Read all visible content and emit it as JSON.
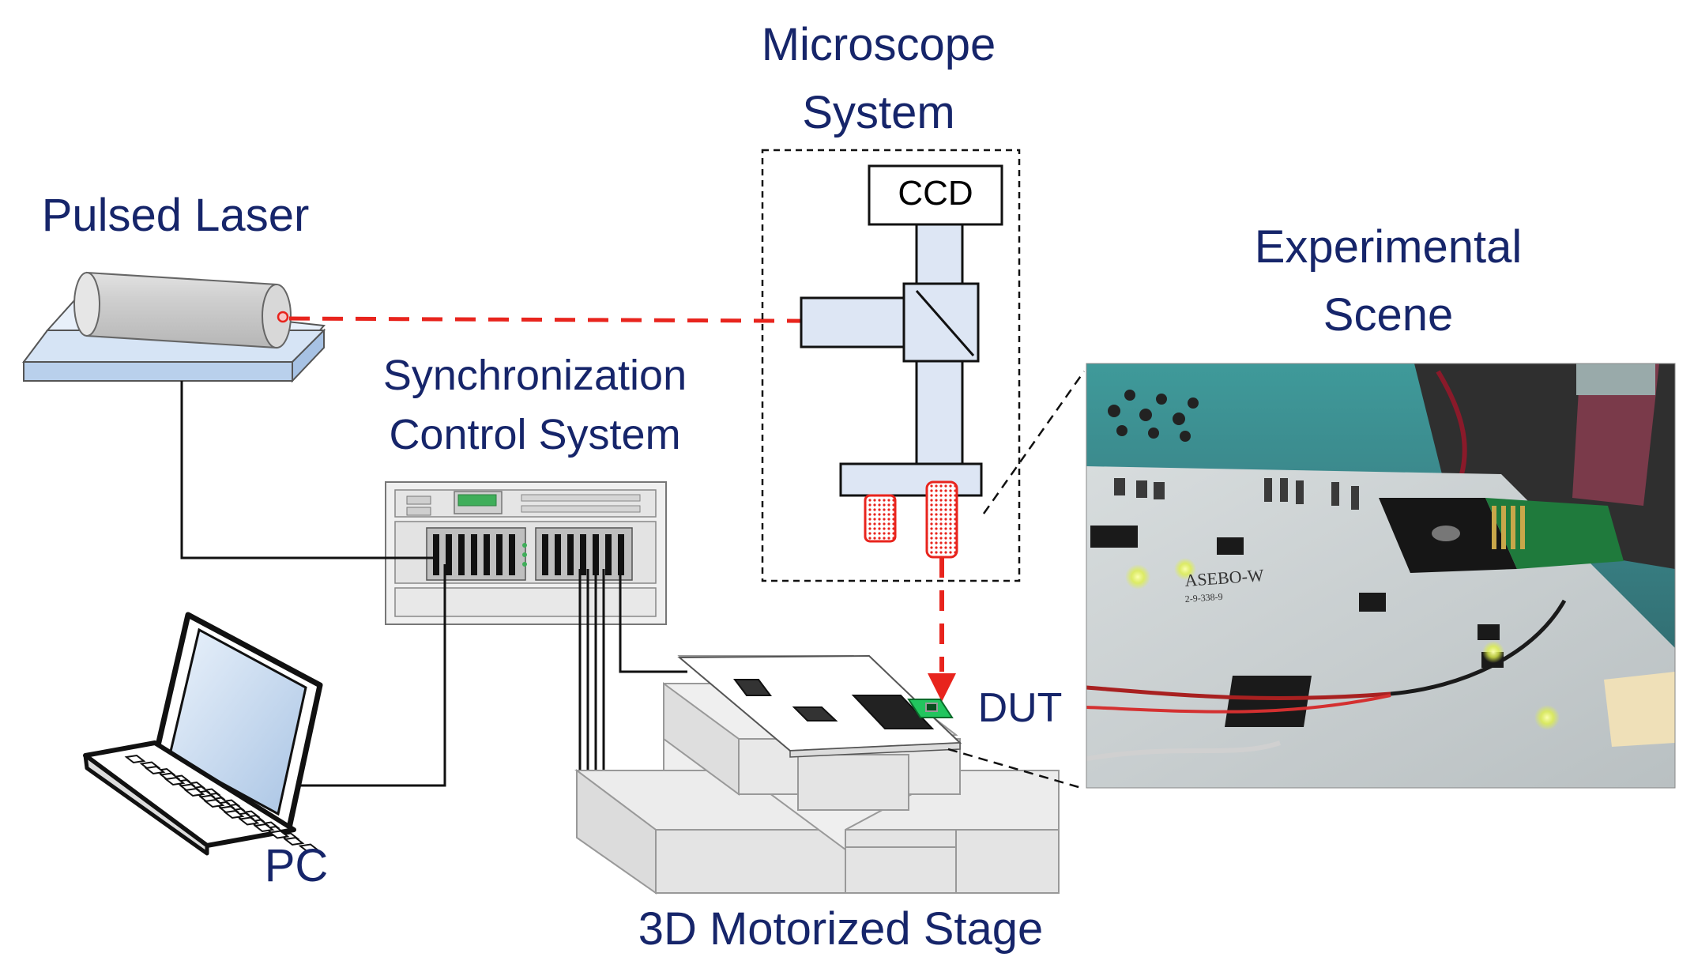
{
  "labels": {
    "pulsed_laser": "Pulsed Laser",
    "microscope_line1": "Microscope",
    "microscope_line2": "System",
    "ccd": "CCD",
    "sync_line1": "Synchronization",
    "sync_line2": "Control System",
    "experimental_line1": "Experimental",
    "experimental_line2": "Scene",
    "dut": "DUT",
    "pc": "PC",
    "stage": "3D Motorized Stage",
    "board_text_1": "ASEBO-W",
    "board_text_2": "2-9-338-9"
  },
  "colors": {
    "label_text": "#16256a",
    "laser_beam": "#e8241d",
    "optics_fill": "#dde6f4",
    "laser_base": "#c9dcf2",
    "dut_chip": "#22c55e",
    "stage_fill": "#e6e6e6"
  },
  "icons": {
    "laser": "laser-tube-icon",
    "laptop": "laptop-icon",
    "rack": "rack-instrument-icon",
    "stage": "motorized-stage-icon",
    "microscope": "microscope-optics-icon",
    "photo": "experimental-scene-photo"
  }
}
